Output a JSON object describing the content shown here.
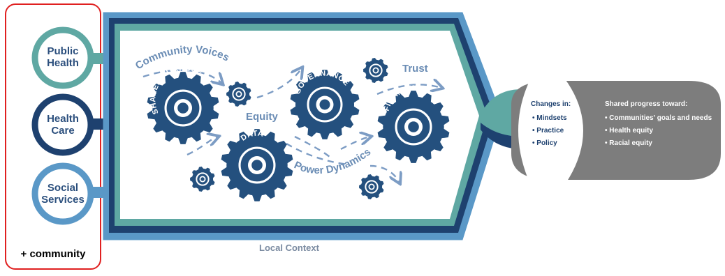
{
  "sectors": [
    {
      "line1": "Public",
      "line2": "Health",
      "color": "#5fa8a3"
    },
    {
      "line1": "Health",
      "line2": "Care",
      "color": "#1e416f"
    },
    {
      "line1": "Social",
      "line2": "Services",
      "color": "#5a98c7"
    }
  ],
  "community_label": "+ community",
  "flow_labels": {
    "community_voices": "Community Voices",
    "equity": "Equity",
    "trust": "Trust",
    "power_dynamics": "Power Dynamics"
  },
  "gears": {
    "shared_purpose": "SHARED PURPOSE",
    "data": "DATA",
    "governance": "GOVERNANCE",
    "financing": "FINANCING"
  },
  "context_label": "Local Context",
  "changes": {
    "heading": "Changes in:",
    "items": [
      "Mindsets",
      "Practice",
      "Policy"
    ]
  },
  "progress": {
    "heading": "Shared progress toward:",
    "items": [
      "Communities' goals and needs",
      "Health equity",
      "Racial equity"
    ]
  },
  "colors": {
    "dark_blue": "#1e416f",
    "light_blue": "#5a98c7",
    "teal": "#5fa8a3",
    "gear": "#24507e",
    "outcome_grey": "#7d7d7d",
    "highlight_red": "#e02020"
  }
}
